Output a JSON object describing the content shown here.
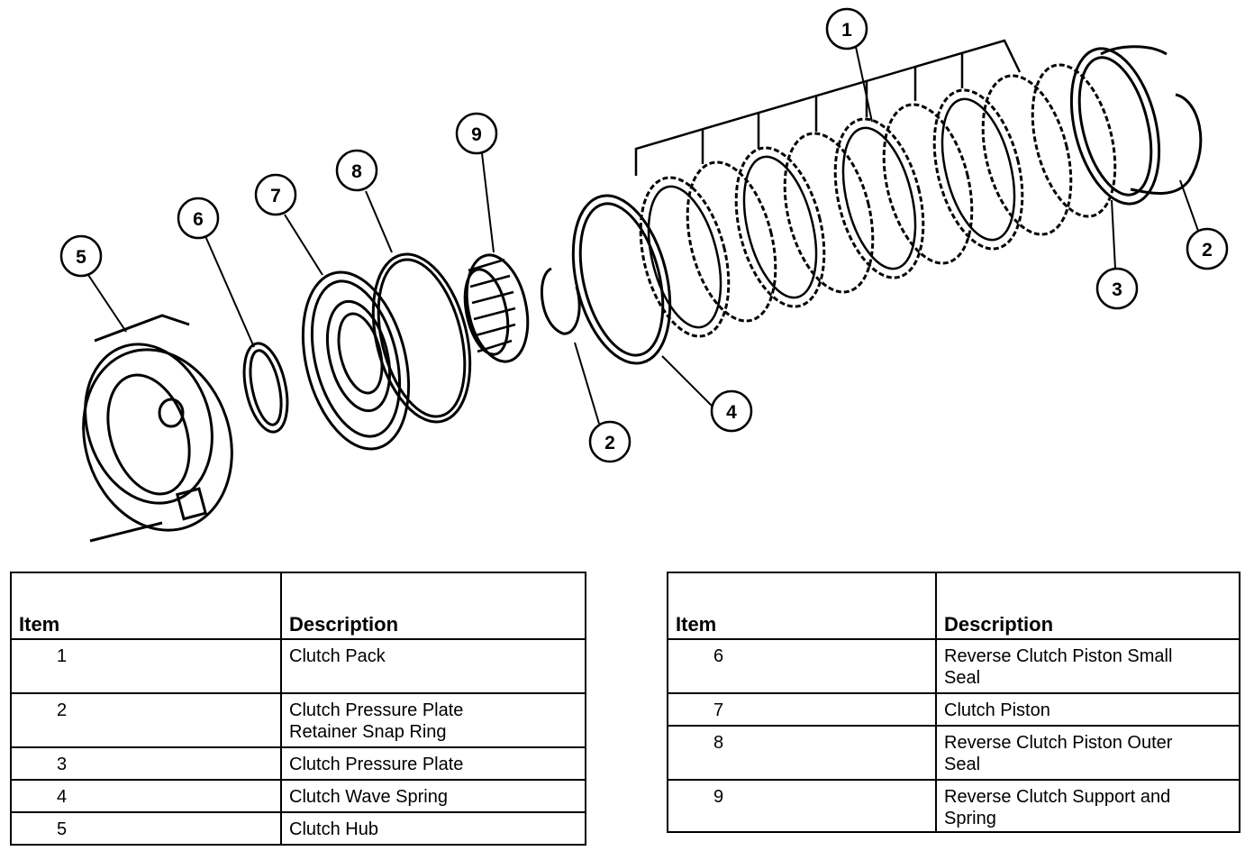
{
  "callouts": {
    "c1": "1",
    "c2a": "2",
    "c2b": "2",
    "c3": "3",
    "c4": "4",
    "c5": "5",
    "c6": "6",
    "c7": "7",
    "c8": "8",
    "c9": "9"
  },
  "table_left": {
    "header_item": "Item",
    "header_desc": "Description",
    "rows": [
      {
        "item": "1",
        "line1": "Clutch Pack",
        "line2": ""
      },
      {
        "item": "2",
        "line1": "Clutch Pressure Plate",
        "line2": "Retainer Snap Ring"
      },
      {
        "item": "3",
        "line1": "Clutch Pressure Plate",
        "line2": ""
      },
      {
        "item": "4",
        "line1": "Clutch Wave Spring",
        "line2": ""
      },
      {
        "item": "5",
        "line1": "Clutch Hub",
        "line2": ""
      }
    ]
  },
  "table_right": {
    "header_item": "Item",
    "header_desc": "Description",
    "rows": [
      {
        "item": "6",
        "line1": "Reverse Clutch Piston Small",
        "line2": "Seal"
      },
      {
        "item": "7",
        "line1": "Clutch Piston",
        "line2": ""
      },
      {
        "item": "8",
        "line1": "Reverse Clutch Piston Outer",
        "line2": "Seal"
      },
      {
        "item": "9",
        "line1": "Reverse Clutch Support and",
        "line2": "Spring"
      }
    ]
  }
}
